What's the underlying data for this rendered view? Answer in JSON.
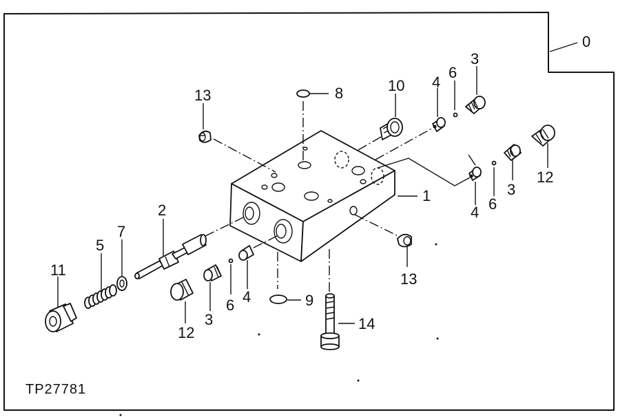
{
  "figure_id": "TP27781",
  "callouts": {
    "c0": "0",
    "c1": "1",
    "c2": "2",
    "c3a": "3",
    "c3b": "3",
    "c3c": "3",
    "c4a": "4",
    "c4b": "4",
    "c4c": "4",
    "c5": "5",
    "c6a": "6",
    "c6b": "6",
    "c6c": "6",
    "c7": "7",
    "c8": "8",
    "c9": "9",
    "c10": "10",
    "c11": "11",
    "c12a": "12",
    "c12b": "12",
    "c13a": "13",
    "c13b": "13",
    "c14": "14"
  }
}
